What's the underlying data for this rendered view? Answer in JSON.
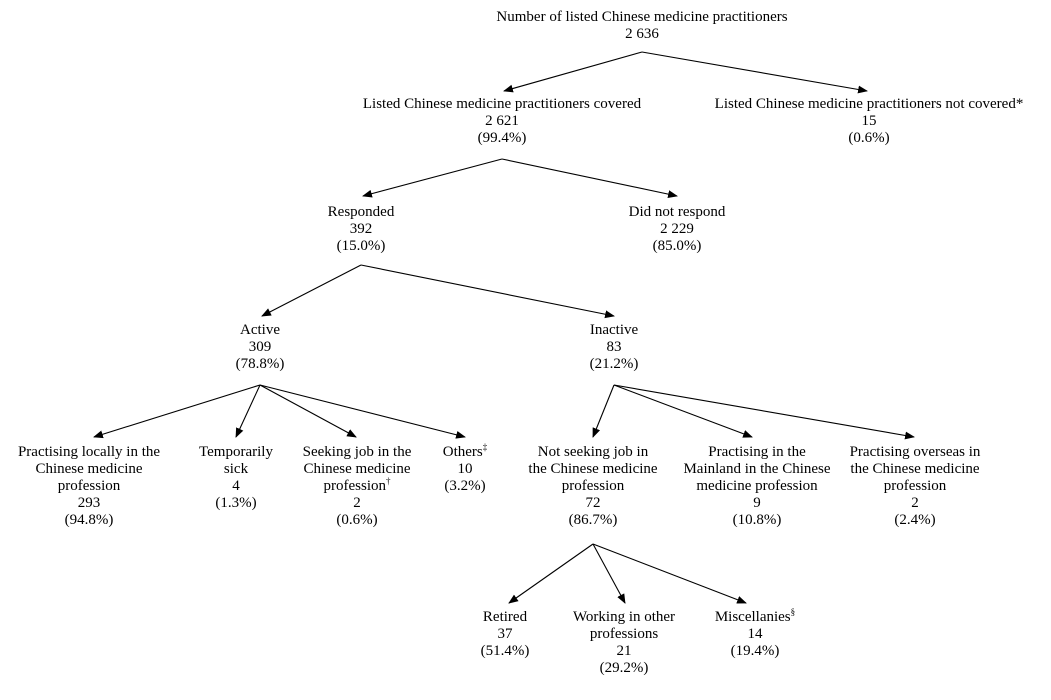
{
  "nodes": {
    "root": {
      "lines": [
        "Number of listed Chinese medicine practitioners"
      ],
      "count": "2 636",
      "pct": "",
      "mark": ""
    },
    "covered": {
      "lines": [
        "Listed Chinese medicine practitioners covered"
      ],
      "count": "2 621",
      "pct": "(99.4%)",
      "mark": ""
    },
    "not_covered": {
      "lines": [
        "Listed Chinese medicine practitioners not covered*"
      ],
      "count": "15",
      "pct": "(0.6%)",
      "mark": ""
    },
    "responded": {
      "lines": [
        "Responded"
      ],
      "count": "392",
      "pct": "(15.0%)",
      "mark": ""
    },
    "no_response": {
      "lines": [
        "Did not respond"
      ],
      "count": "2 229",
      "pct": "(85.0%)",
      "mark": ""
    },
    "active": {
      "lines": [
        "Active"
      ],
      "count": "309",
      "pct": "(78.8%)",
      "mark": ""
    },
    "inactive": {
      "lines": [
        "Inactive"
      ],
      "count": "83",
      "pct": "(21.2%)",
      "mark": ""
    },
    "practising_locally": {
      "lines": [
        "Practising locally in the",
        "Chinese medicine",
        "profession"
      ],
      "count": "293",
      "pct": "(94.8%)",
      "mark": ""
    },
    "temp_sick": {
      "lines": [
        "Temporarily",
        "sick"
      ],
      "count": "4",
      "pct": "(1.3%)",
      "mark": ""
    },
    "seeking_job": {
      "lines": [
        "Seeking job in the",
        "Chinese medicine",
        "profession"
      ],
      "count": "2",
      "pct": "(0.6%)",
      "mark": "†"
    },
    "others": {
      "lines": [
        "Others"
      ],
      "count": "10",
      "pct": "(3.2%)",
      "mark": "‡"
    },
    "not_seeking": {
      "lines": [
        "Not seeking job in",
        "the Chinese medicine",
        "profession"
      ],
      "count": "72",
      "pct": "(86.7%)",
      "mark": ""
    },
    "mainland": {
      "lines": [
        "Practising in the",
        "Mainland in the Chinese",
        "medicine profession"
      ],
      "count": "9",
      "pct": "(10.8%)",
      "mark": ""
    },
    "overseas": {
      "lines": [
        "Practising overseas in",
        "the Chinese medicine",
        "profession"
      ],
      "count": "2",
      "pct": "(2.4%)",
      "mark": ""
    },
    "retired": {
      "lines": [
        "Retired"
      ],
      "count": "37",
      "pct": "(51.4%)",
      "mark": ""
    },
    "other_professions": {
      "lines": [
        "Working in other",
        "professions"
      ],
      "count": "21",
      "pct": "(29.2%)",
      "mark": ""
    },
    "misc": {
      "lines": [
        "Miscellanies"
      ],
      "count": "14",
      "pct": "(19.4%)",
      "mark": "§"
    }
  }
}
